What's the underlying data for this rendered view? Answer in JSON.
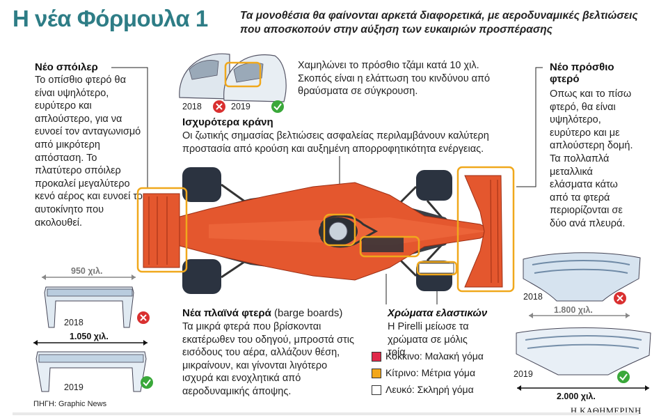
{
  "title": "Η νέα Φόρμουλα 1",
  "subtitle": "Τα μονοθέσια θα φαίνονται αρκετά διαφορετικά, με αεροδυναμικές βελτιώσεις που αποσκοπούν στην αύξηση των ευκαιριών προσπέρασης",
  "rear_wing": {
    "heading": "Νέο σπόιλερ",
    "text": "Το οπίσθιο φτερό θα είναι υψηλότερο, ευρύτερο και απλούστερο, για να ευνοεί τον ανταγωνισμό από μικρότερη απόσταση. Το πλατύτερο σπόιλερ προκαλεί μεγαλύτερο κενό αέρος και ευνοεί το αυτοκίνητο που ακολουθεί.",
    "width_2018": "950 χιλ.",
    "width_2019": "1.050 χιλ.",
    "year_old": "2018",
    "year_new": "2019"
  },
  "visor": {
    "text": "Χαμηλώνει το πρόσθιο τζάμι κατά 10 χιλ. Σκοπός είναι η ελάττωση του κινδύνου από θραύσματα σε σύγκρουση.",
    "year_old": "2018",
    "year_new": "2019"
  },
  "helmets": {
    "heading": "Ισχυρότερα κράνη",
    "text": "Οι ζωτικής σημασίας βελτιώσεις ασφαλείας περιλαμβάνουν καλύτερη προστασία από κρούση και αυξημένη απορροφητικότητα ενέργειας."
  },
  "front_wing": {
    "heading": "Νέο πρόσθιο φτερό",
    "text": "Οπως και το πίσω φτερό, θα είναι υψηλότερο, ευρύτερο και με απλούστερη δομή. Τα πολλαπλά μεταλλικά ελάσματα κάτω από τα φτερά περιορίζονται σε δύο ανά πλευρά.",
    "width_2018": "1.800 χιλ.",
    "width_2019": "2.000 χιλ.",
    "year_old": "2018",
    "year_new": "2019"
  },
  "barge_boards": {
    "heading": "Νέα πλαϊνά φτερά",
    "heading_suffix": " (barge boards)",
    "text": "Τα μικρά φτερά που βρίσκονται εκατέρωθεν του οδηγού, μπροστά στις εισόδους του αέρα, αλλάζουν θέση, μικραίνουν, και γίνονται λιγότερο ισχυρά και ενοχλητικά από αεροδυναμικής άποψης."
  },
  "tyres": {
    "heading": "Χρώματα ελαστικών",
    "text": "Η Pirelli μείωσε τα χρώματα σε μόλις τρία",
    "legend": [
      {
        "label": "Κόκκινο: Μαλακή γόμα",
        "color": "#e0294a"
      },
      {
        "label": "Κίτρινο: Μέτρια γόμα",
        "color": "#f2a71b"
      },
      {
        "label": "Λευκό: Σκληρή γόμα",
        "color": "#ffffff"
      }
    ]
  },
  "source": "ΠΗΓΗ: Graphic News",
  "brand": "Η ΚΑΘΗΜΕΡΙΝΗ",
  "colors": {
    "title": "#2e7d86",
    "car": "#e4572e",
    "highlight": "#f0a81c",
    "ok": "#3aa83a",
    "no": "#d93030"
  },
  "icons": [
    "cross-icon",
    "check-icon"
  ]
}
